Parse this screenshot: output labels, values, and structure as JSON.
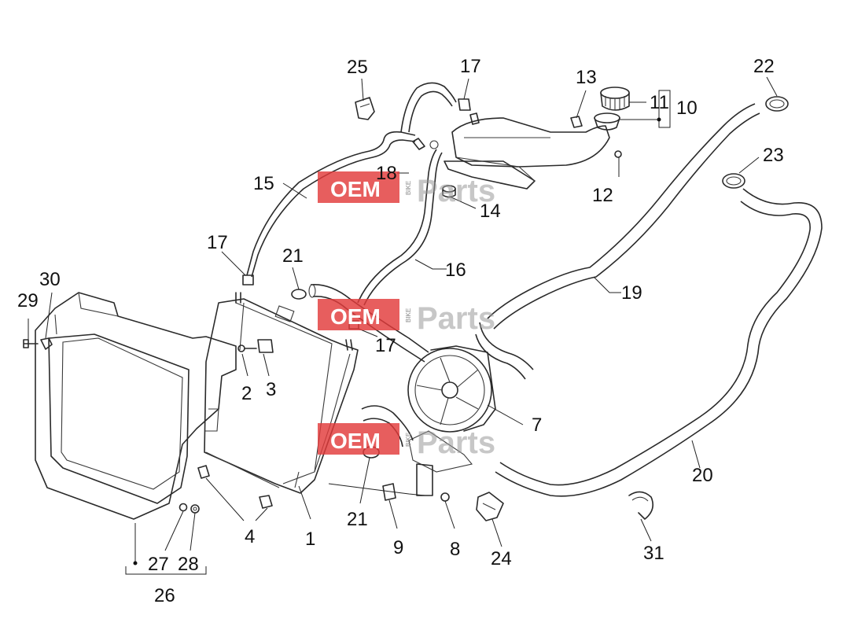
{
  "watermark": {
    "brand_left": "OEM",
    "brand_side": "BIKE",
    "brand_right": "Parts"
  },
  "callouts": [
    {
      "id": "1",
      "label": "1"
    },
    {
      "id": "2",
      "label": "2"
    },
    {
      "id": "3",
      "label": "3"
    },
    {
      "id": "4",
      "label": "4"
    },
    {
      "id": "7",
      "label": "7"
    },
    {
      "id": "8",
      "label": "8"
    },
    {
      "id": "9",
      "label": "9"
    },
    {
      "id": "10",
      "label": "10"
    },
    {
      "id": "11",
      "label": "11"
    },
    {
      "id": "12",
      "label": "12"
    },
    {
      "id": "13",
      "label": "13"
    },
    {
      "id": "14",
      "label": "14"
    },
    {
      "id": "15",
      "label": "15"
    },
    {
      "id": "16",
      "label": "16"
    },
    {
      "id": "17a",
      "label": "17"
    },
    {
      "id": "17b",
      "label": "17"
    },
    {
      "id": "17c",
      "label": "17"
    },
    {
      "id": "18",
      "label": "18"
    },
    {
      "id": "19",
      "label": "19"
    },
    {
      "id": "20",
      "label": "20"
    },
    {
      "id": "21a",
      "label": "21"
    },
    {
      "id": "21b",
      "label": "21"
    },
    {
      "id": "22",
      "label": "22"
    },
    {
      "id": "23",
      "label": "23"
    },
    {
      "id": "24",
      "label": "24"
    },
    {
      "id": "25",
      "label": "25"
    },
    {
      "id": "26",
      "label": "26"
    },
    {
      "id": "27",
      "label": "27"
    },
    {
      "id": "28",
      "label": "28"
    },
    {
      "id": "29",
      "label": "29"
    },
    {
      "id": "30",
      "label": "30"
    },
    {
      "id": "31",
      "label": "31"
    }
  ]
}
